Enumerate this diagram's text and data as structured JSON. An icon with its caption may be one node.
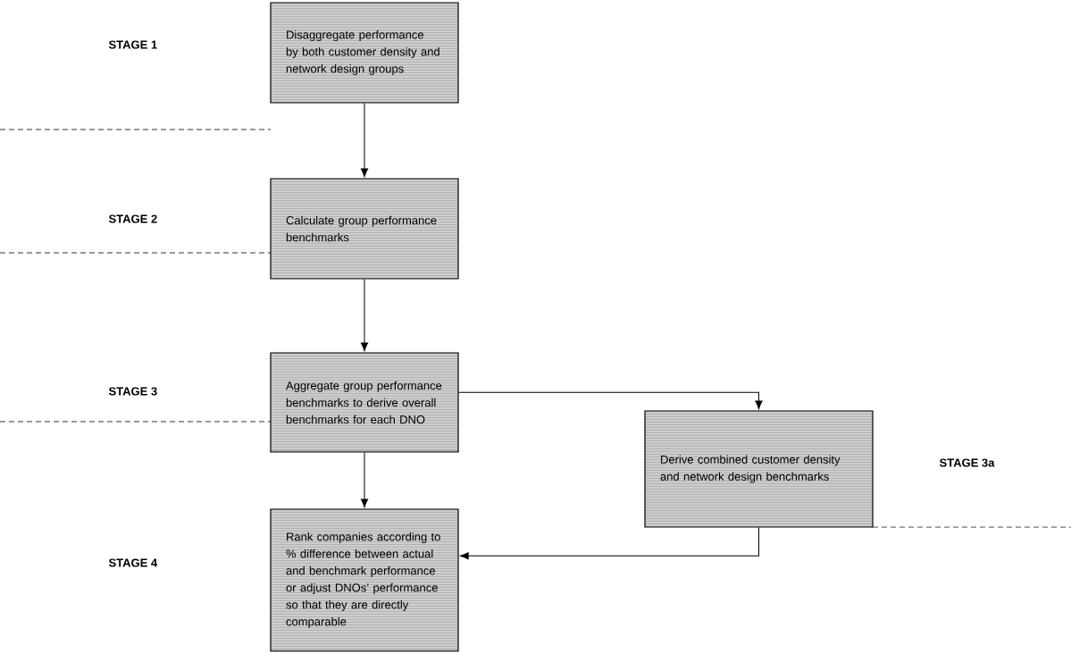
{
  "diagram": {
    "nodes": [
      {
        "text": [
          "Disaggregate performance by both customer density and network design groups"
        ]
      },
      {
        "text": [
          "Calculate group performance benchmarks"
        ]
      },
      {
        "text": [
          "Aggregate group performance benchmarks to derive overall benchmarks for each DNO"
        ]
      },
      {
        "text": [
          "Derive combined customer density and network design benchmarks"
        ]
      },
      {
        "text": [
          "Rank companies according to % difference between actual and benchmark performance or adjust DNOs’ performance so that they are directly comparable"
        ]
      }
    ],
    "edges": [
      {
        "from": 0,
        "to": 1,
        "arrow": "to"
      },
      {
        "from": 1,
        "to": 2,
        "arrow": "to"
      },
      {
        "from": 2,
        "to": 4,
        "arrow": "to"
      },
      {
        "from": 2,
        "to": 3,
        "arrow": "to"
      },
      {
        "from": 3,
        "to": 4,
        "arrow": "to"
      }
    ],
    "labels": [
      "STAGE 1",
      "STAGE 2",
      "STAGE 3",
      "STAGE 3a",
      "STAGE 4"
    ]
  }
}
